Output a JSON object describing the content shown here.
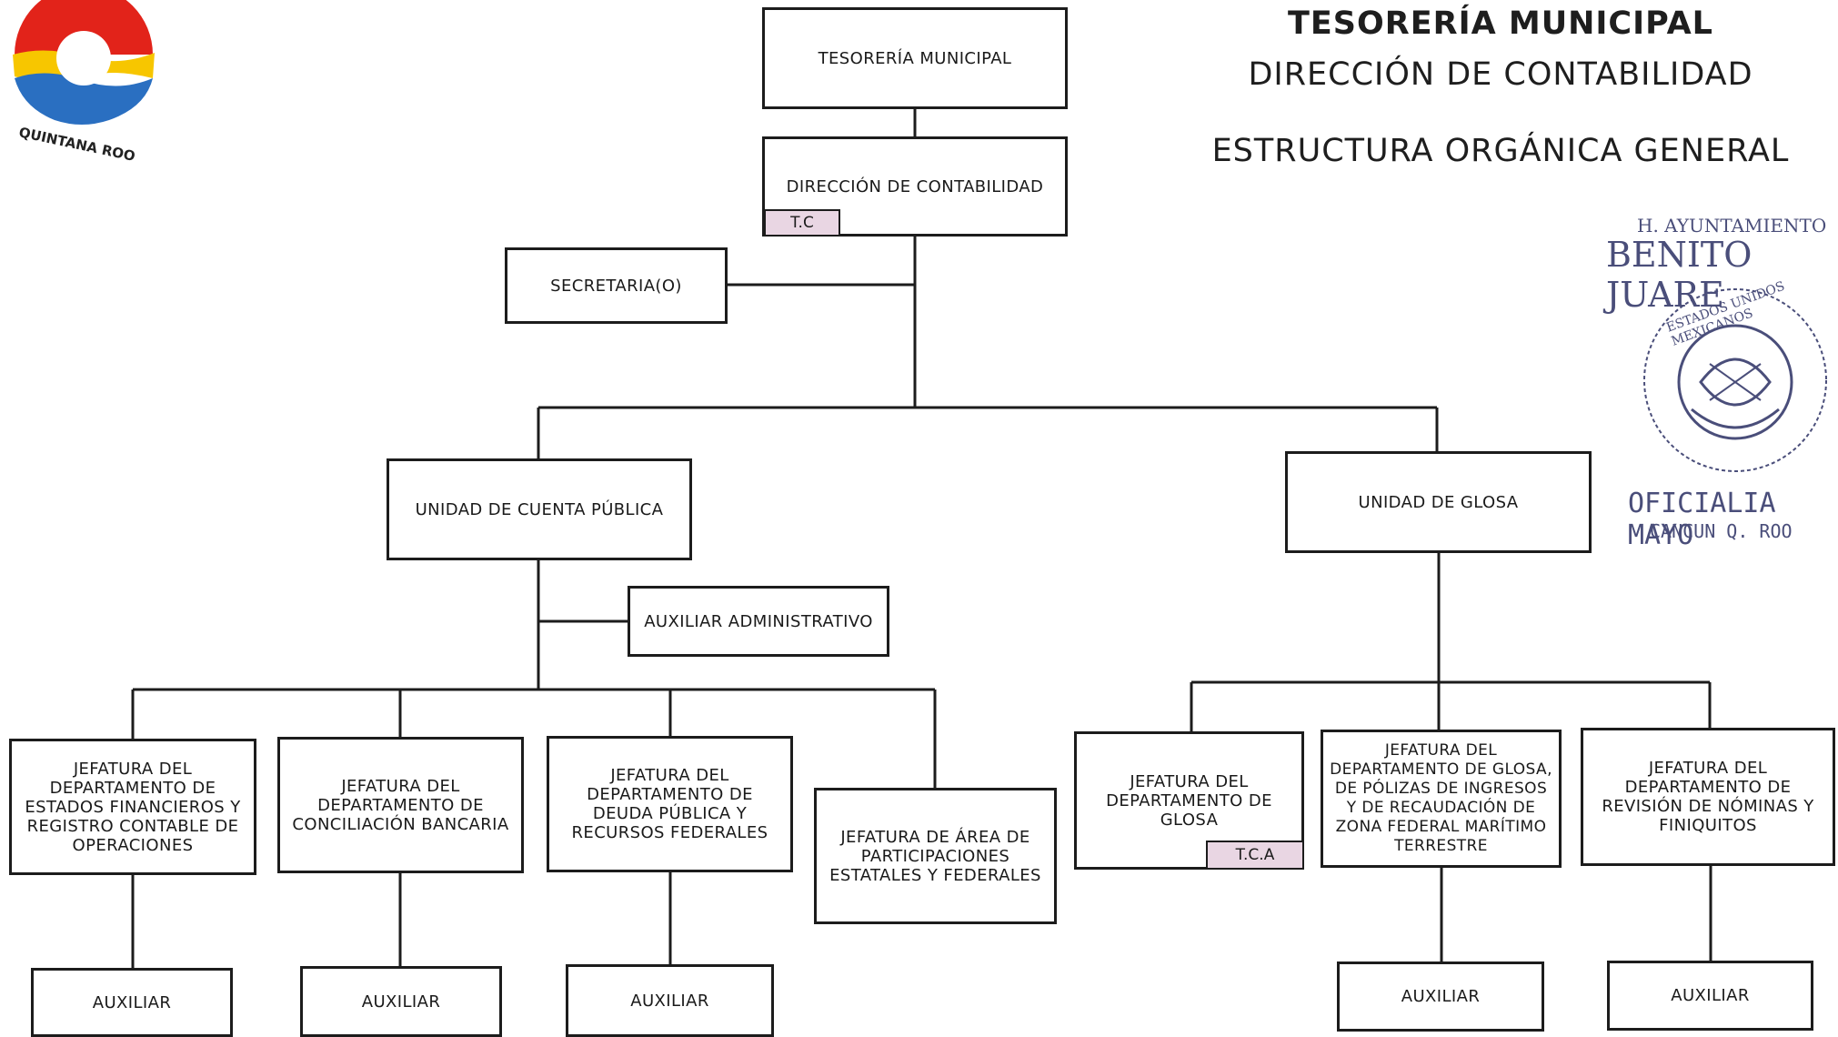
{
  "header": {
    "line1": "TESORERÍA MUNICIPAL",
    "line2": "DIRECCIÓN DE CONTABILIDAD",
    "line3": "ESTRUCTURA ORGÁNICA GENERAL"
  },
  "logo": {
    "text": "QUINTANA ROO",
    "colors": [
      "#e2231a",
      "#f7c600",
      "#2a6fc1"
    ]
  },
  "stamp": {
    "line1": "H. AYUNTAMIENTO",
    "line2": "BENITO JUARE",
    "ring": "ESTADOS UNIDOS MEXICANOS",
    "line3": "OFICIALIA MAYO",
    "line4": "CANCUN Q. ROO"
  },
  "nodes": {
    "tesoreria": "TESORERÍA MUNICIPAL",
    "direccion": "DIRECCIÓN DE CONTABILIDAD",
    "direccion_tag": "T.C",
    "secretaria": "SECRETARIA(O)",
    "cuenta_publica": "UNIDAD DE CUENTA PÚBLICA",
    "auxiliar_admin": "AUXILIAR ADMINISTRATIVO",
    "glosa_unit": "UNIDAD DE GLOSA",
    "estados_financieros": "JEFATURA DEL DEPARTAMENTO DE ESTADOS FINANCIEROS Y REGISTRO CONTABLE DE OPERACIONES",
    "conciliacion": "JEFATURA DEL DEPARTAMENTO DE CONCILIACIÓN BANCARIA",
    "deuda_publica": "JEFATURA DEL DEPARTAMENTO DE DEUDA PÚBLICA Y RECURSOS FEDERALES",
    "participaciones": "JEFATURA DE ÁREA DE PARTICIPACIONES ESTATALES Y FEDERALES",
    "depto_glosa": "JEFATURA DEL DEPARTAMENTO DE GLOSA",
    "depto_glosa_tag": "T.C.A",
    "glosa_polizas": "JEFATURA DEL DEPARTAMENTO DE GLOSA, DE PÓLIZAS DE INGRESOS Y DE RECAUDACIÓN DE ZONA FEDERAL MARÍTIMO TERRESTRE",
    "revision_nominas": "JEFATURA DEL DEPARTAMENTO DE REVISIÓN DE NÓMINAS Y FINIQUITOS",
    "auxiliar": "AUXILIAR"
  }
}
